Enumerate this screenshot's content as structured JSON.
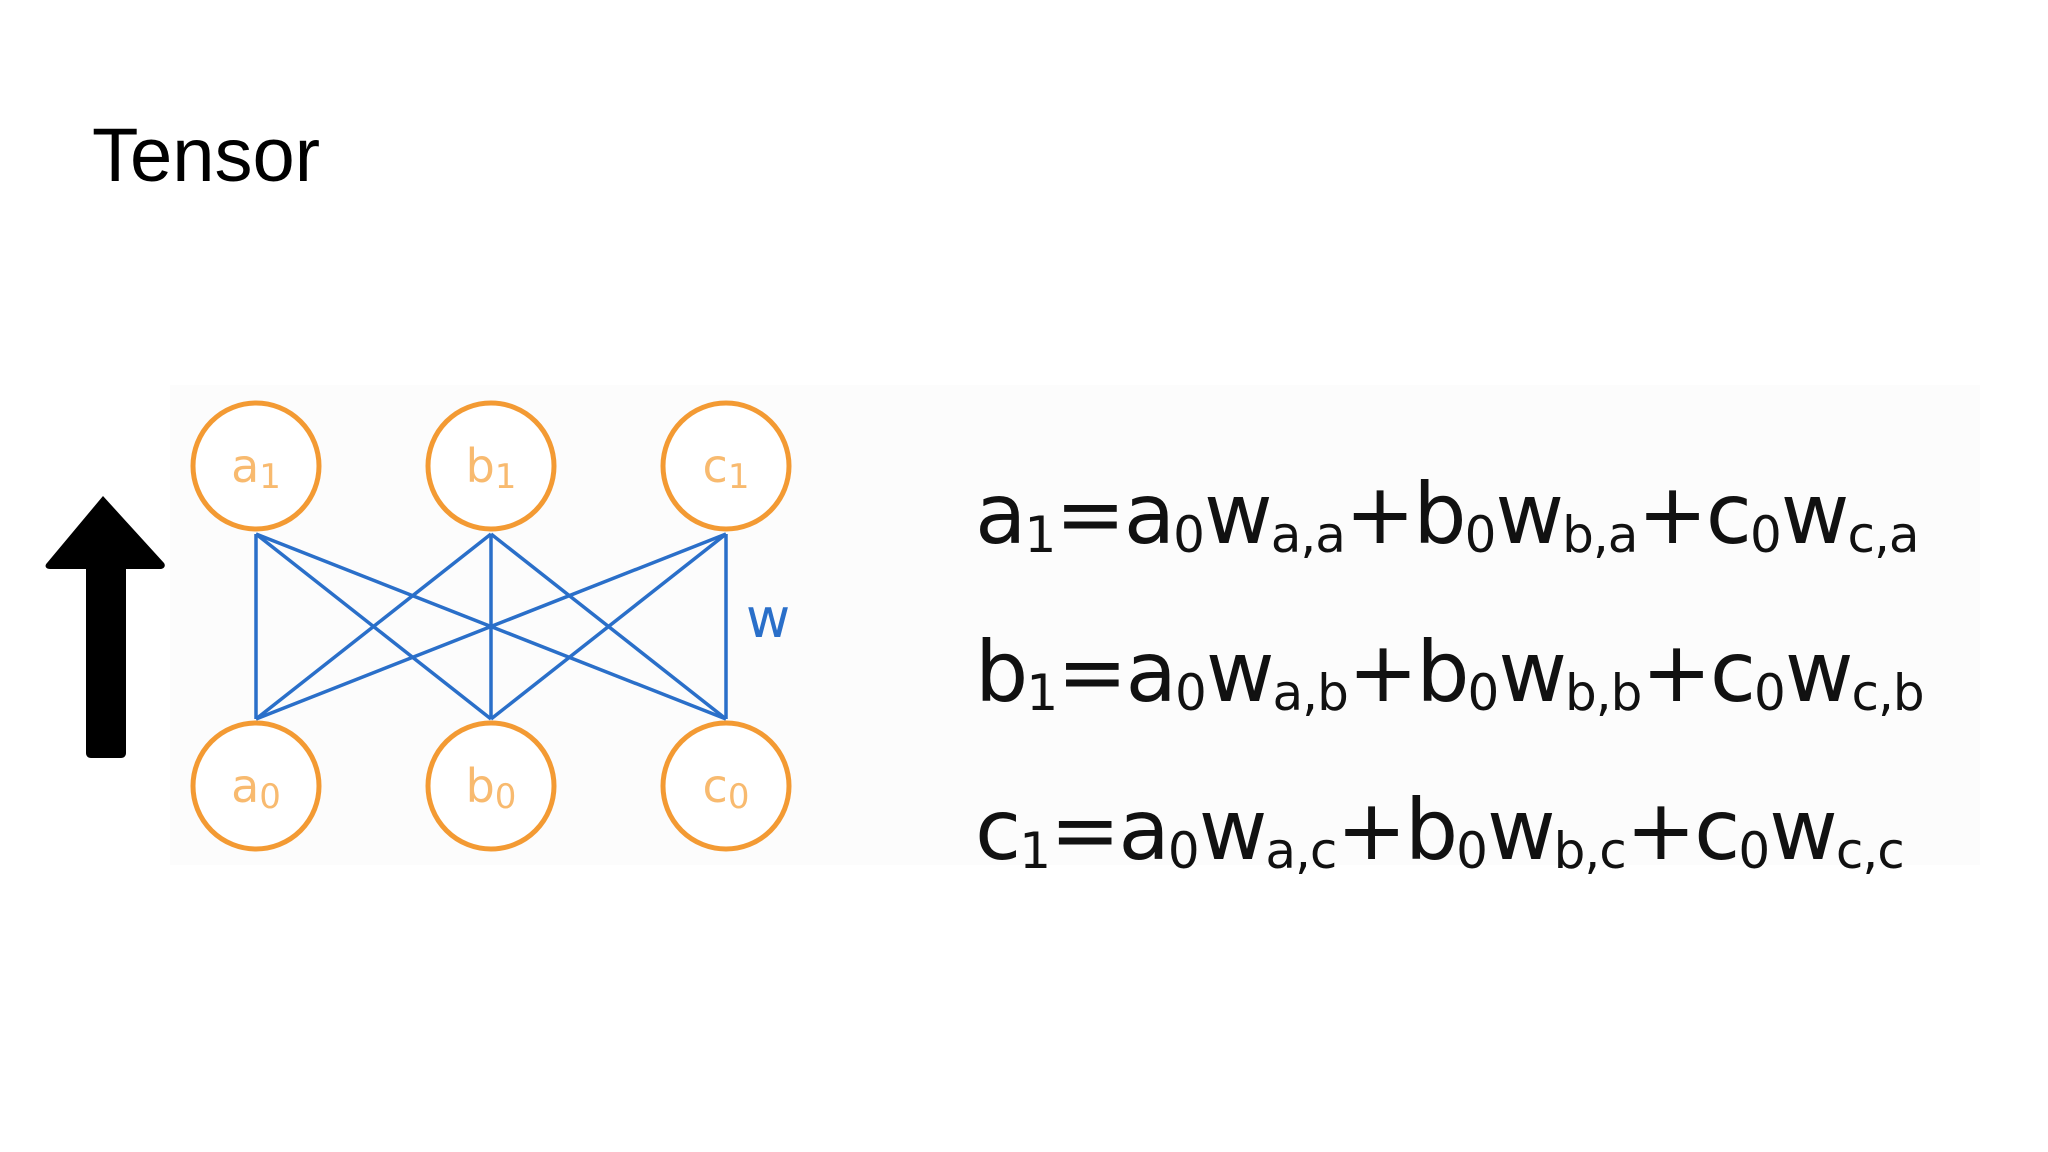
{
  "slide": {
    "title": "Tensor"
  },
  "arrow": {
    "icon": "up-arrow-icon",
    "color": "#000000"
  },
  "network": {
    "colors": {
      "node_stroke": "#f39a33",
      "node_label": "#f8ba6f",
      "edge": "#2a6fc9"
    },
    "weight_label": "w",
    "top_nodes": [
      {
        "letter": "a",
        "index": "1"
      },
      {
        "letter": "b",
        "index": "1"
      },
      {
        "letter": "c",
        "index": "1"
      }
    ],
    "bottom_nodes": [
      {
        "letter": "a",
        "index": "0"
      },
      {
        "letter": "b",
        "index": "0"
      },
      {
        "letter": "c",
        "index": "0"
      }
    ]
  },
  "equations": [
    {
      "lhs": {
        "letter": "a",
        "index": "1"
      },
      "equals": "=",
      "terms": [
        {
          "op": "",
          "input": "a",
          "input_index": "0",
          "weight": "w",
          "weight_index": "a,a"
        },
        {
          "op": "+",
          "input": "b",
          "input_index": "0",
          "weight": "w",
          "weight_index": "b,a"
        },
        {
          "op": "+",
          "input": "c",
          "input_index": "0",
          "weight": "w",
          "weight_index": "c,a"
        }
      ]
    },
    {
      "lhs": {
        "letter": "b",
        "index": "1"
      },
      "equals": "=",
      "terms": [
        {
          "op": "",
          "input": "a",
          "input_index": "0",
          "weight": "w",
          "weight_index": "a,b"
        },
        {
          "op": "+",
          "input": "b",
          "input_index": "0",
          "weight": "w",
          "weight_index": "b,b"
        },
        {
          "op": "+",
          "input": "c",
          "input_index": "0",
          "weight": "w",
          "weight_index": "c,b"
        }
      ]
    },
    {
      "lhs": {
        "letter": "c",
        "index": "1"
      },
      "equals": "=",
      "terms": [
        {
          "op": "",
          "input": "a",
          "input_index": "0",
          "weight": "w",
          "weight_index": "a,c"
        },
        {
          "op": "+",
          "input": "b",
          "input_index": "0",
          "weight": "w",
          "weight_index": "b,c"
        },
        {
          "op": "+",
          "input": "c",
          "input_index": "0",
          "weight": "w",
          "weight_index": "c,c"
        }
      ]
    }
  ]
}
